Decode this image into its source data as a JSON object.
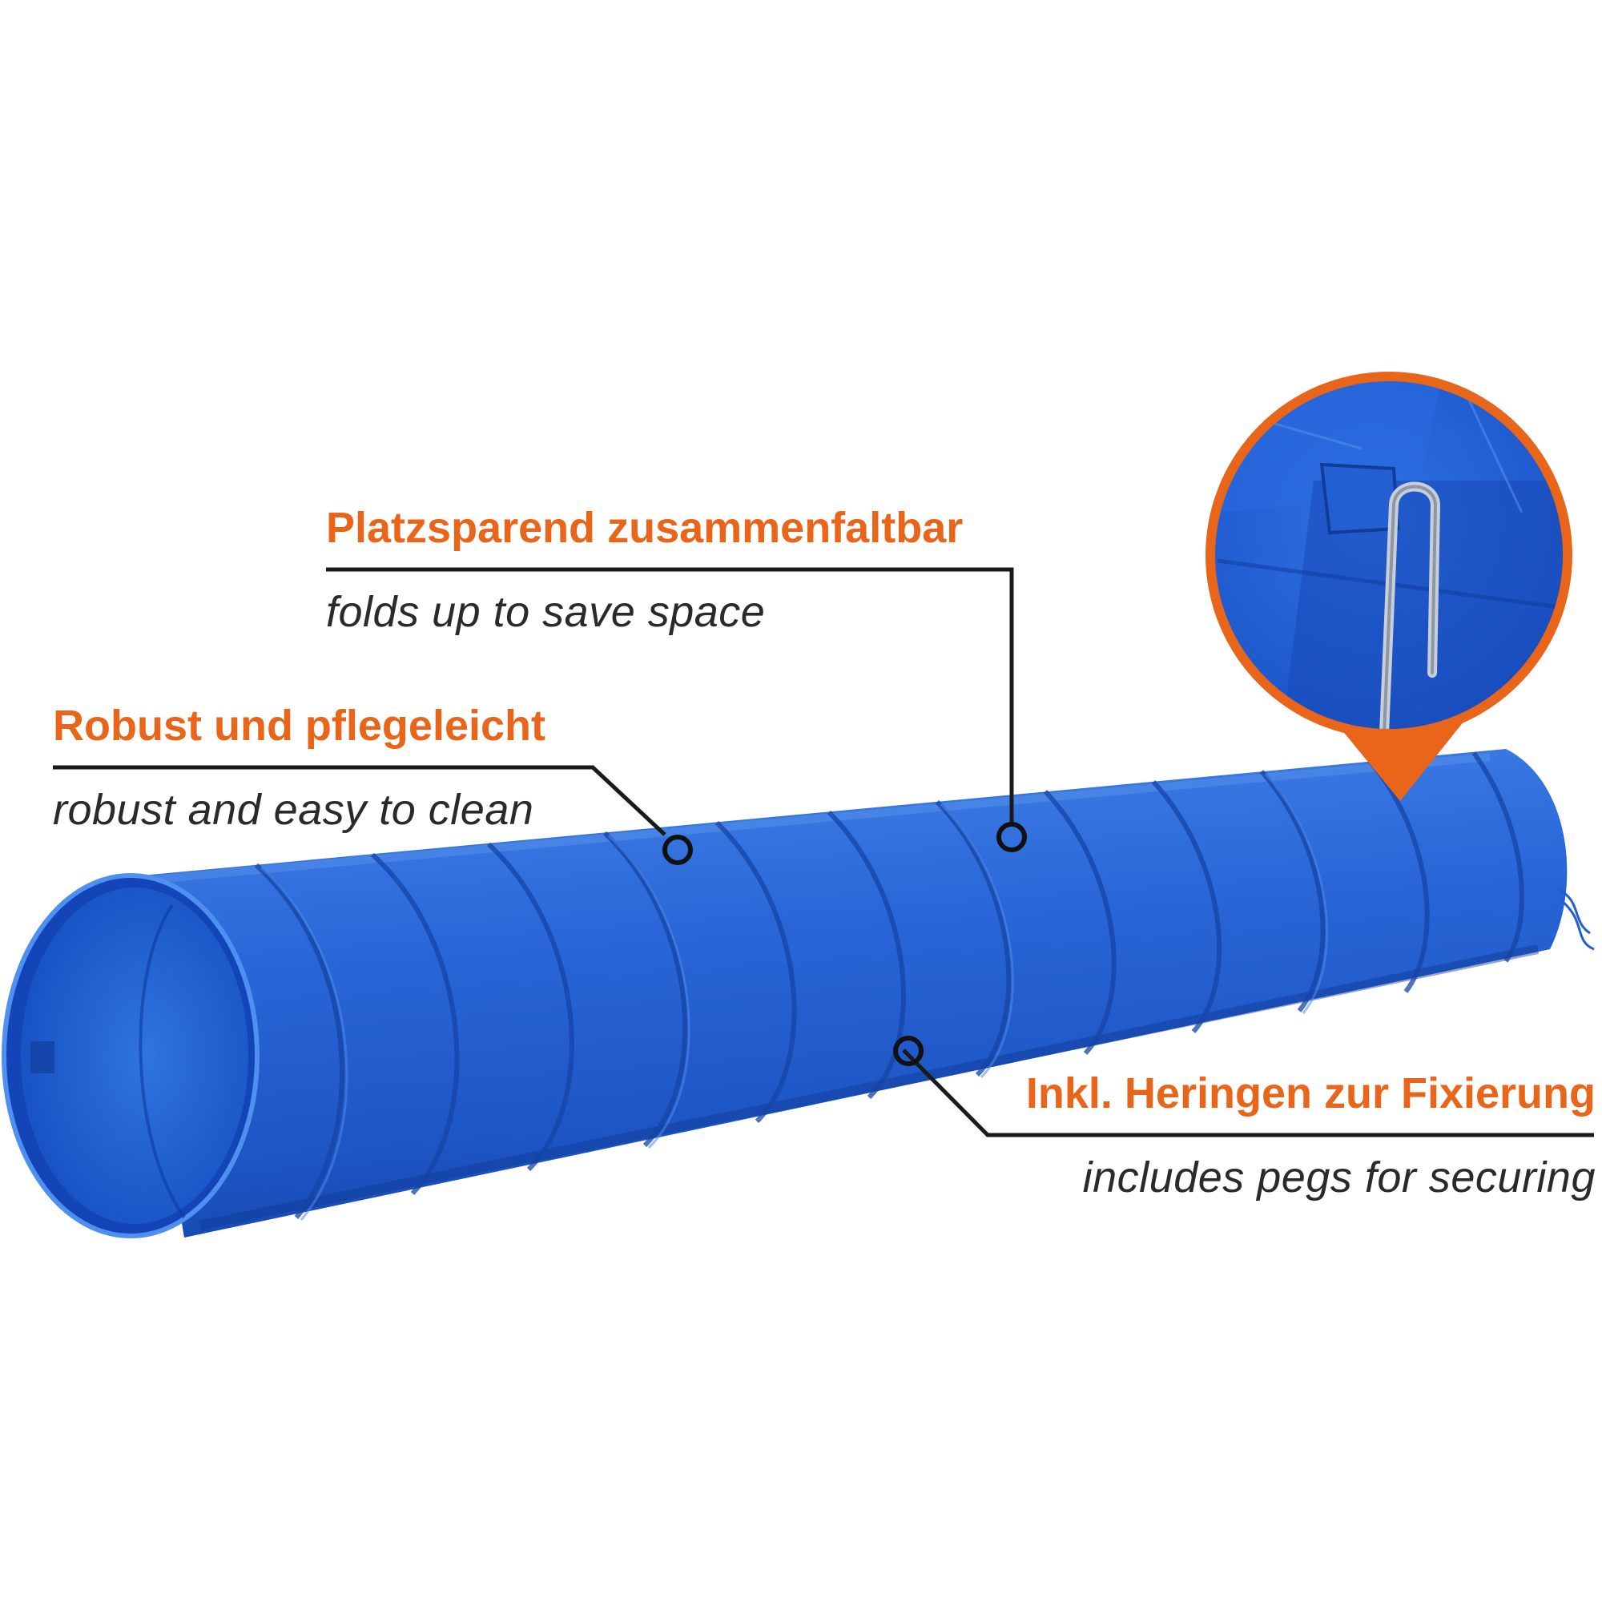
{
  "callouts": [
    {
      "heading": "Platzsparend zusammenfaltbar",
      "subtitle": "folds up to save space"
    },
    {
      "heading": "Robust und pflegeleicht",
      "subtitle": "robust and easy to clean"
    },
    {
      "heading": "Inkl. Heringen zur Fixierung",
      "subtitle": "includes pegs for securing"
    }
  ],
  "colors": {
    "accent": "#e8651a",
    "tunnel": "#1f5fd0",
    "text": "#2a2a2a"
  }
}
